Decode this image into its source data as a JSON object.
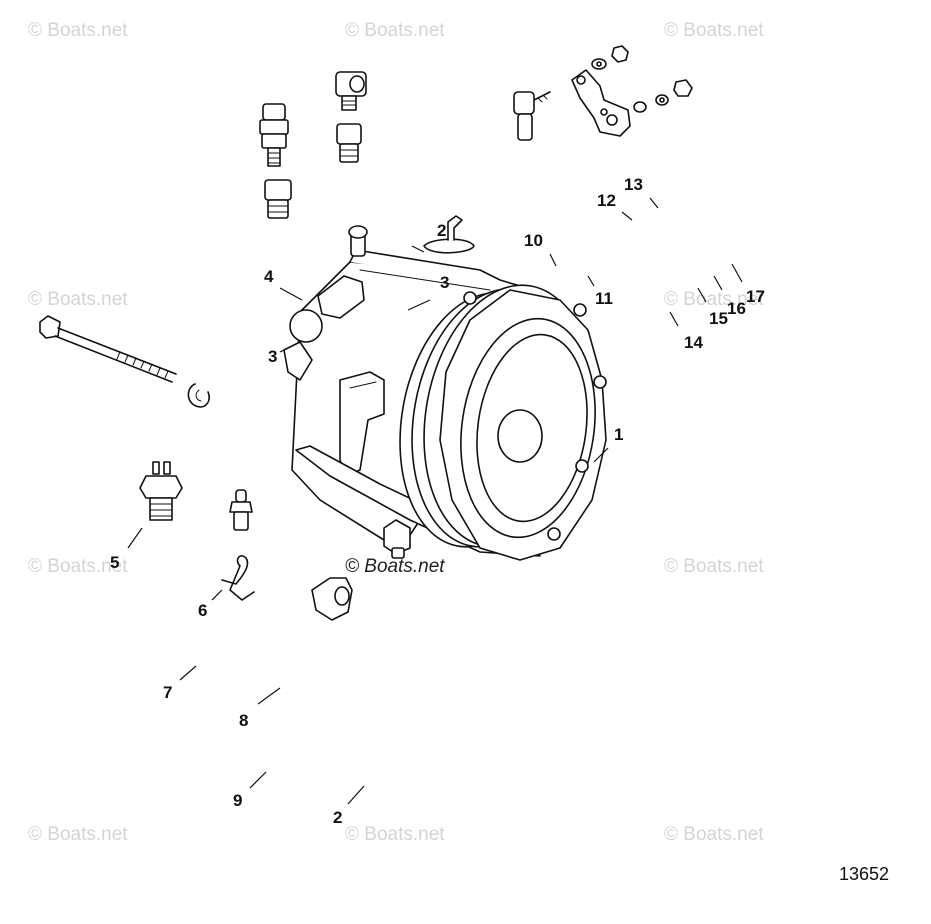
{
  "watermark_text": "© Boats.net",
  "figure_number": "13652",
  "callouts": [
    "1",
    "2",
    "2",
    "3",
    "3",
    "4",
    "5",
    "6",
    "7",
    "8",
    "9",
    "10",
    "11",
    "12",
    "13",
    "14",
    "15",
    "16",
    "17"
  ]
}
